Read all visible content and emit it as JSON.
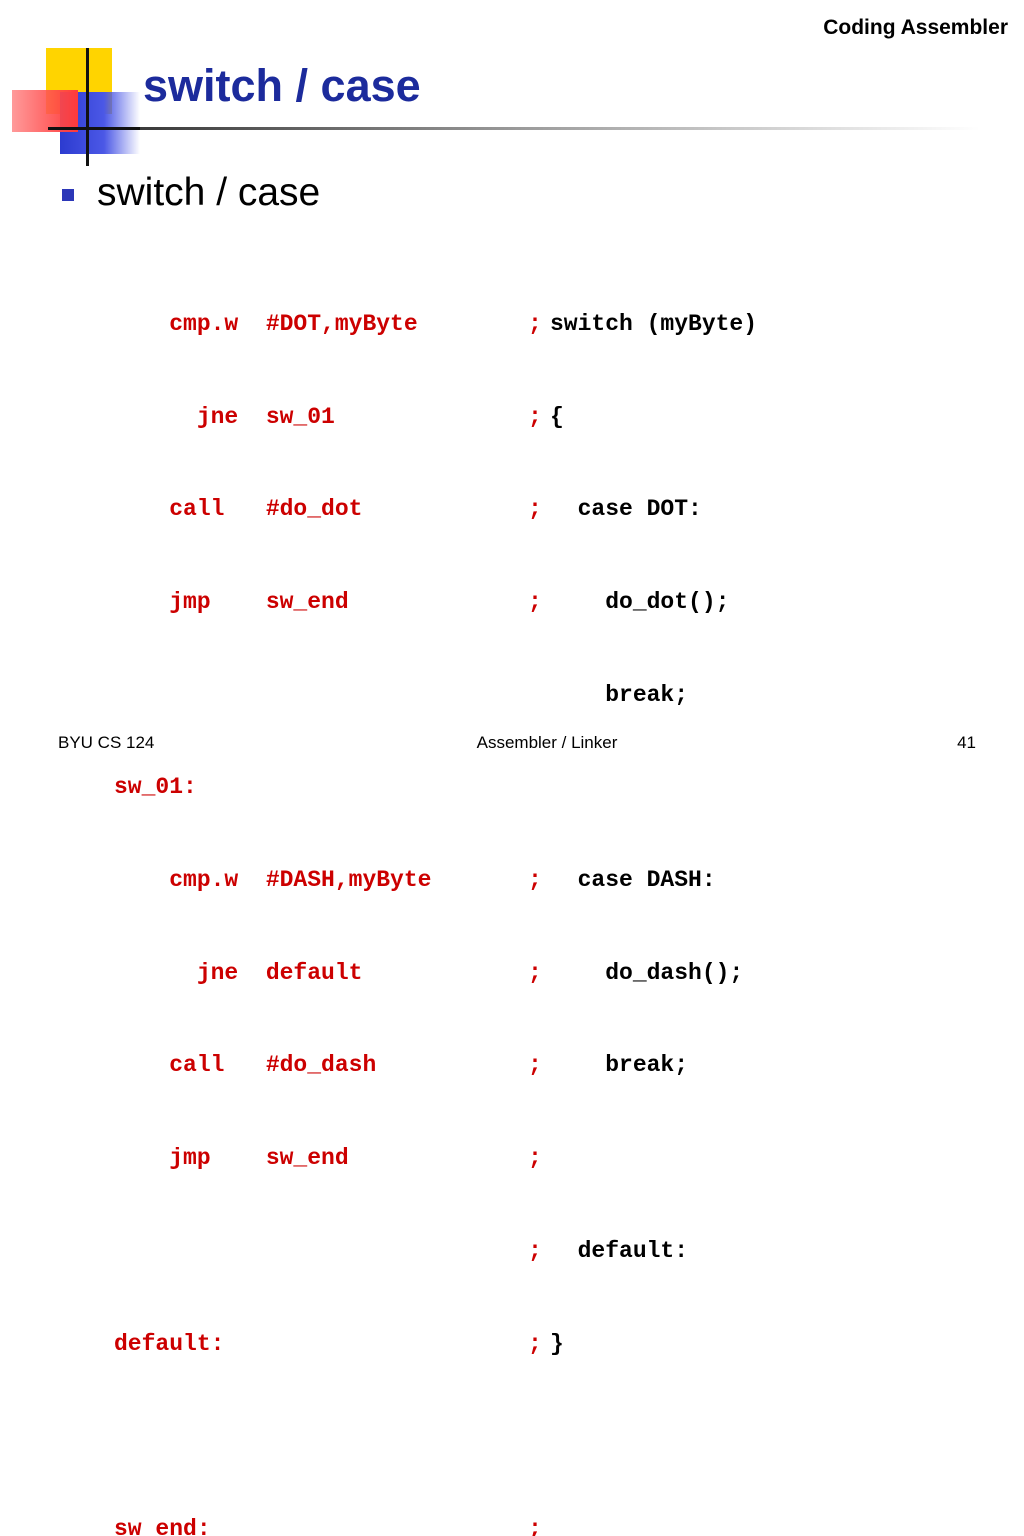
{
  "header": {
    "corner_title": "Coding Assembler",
    "title": "switch / case"
  },
  "bullet": {
    "text": "switch / case"
  },
  "code": {
    "asm": [
      "    cmp.w  #DOT,myByte",
      "      jne  sw_01",
      "    call   #do_dot",
      "    jmp    sw_end",
      "",
      "sw_01:",
      "    cmp.w  #DASH,myByte",
      "      jne  default",
      "    call   #do_dash",
      "    jmp    sw_end",
      "",
      "default:",
      "",
      "sw_end:"
    ],
    "semicolons": [
      ";",
      ";",
      ";",
      ";",
      "",
      "",
      ";",
      ";",
      ";",
      ";",
      ";",
      ";",
      "",
      ";"
    ],
    "c": [
      "switch (myByte)",
      "{",
      "  case DOT:",
      "    do_dot();",
      "    break;",
      "",
      "  case DASH:",
      "    do_dash();",
      "    break;",
      "",
      "  default:",
      "}",
      "",
      ""
    ]
  },
  "footer": {
    "left": "BYU CS 124",
    "center": "Assembler / Linker",
    "page": "41"
  },
  "colors": {
    "title": "#1c2b9c",
    "code_asm": "#cc0000",
    "code_c": "#000000",
    "bullet": "#2c37b8"
  }
}
